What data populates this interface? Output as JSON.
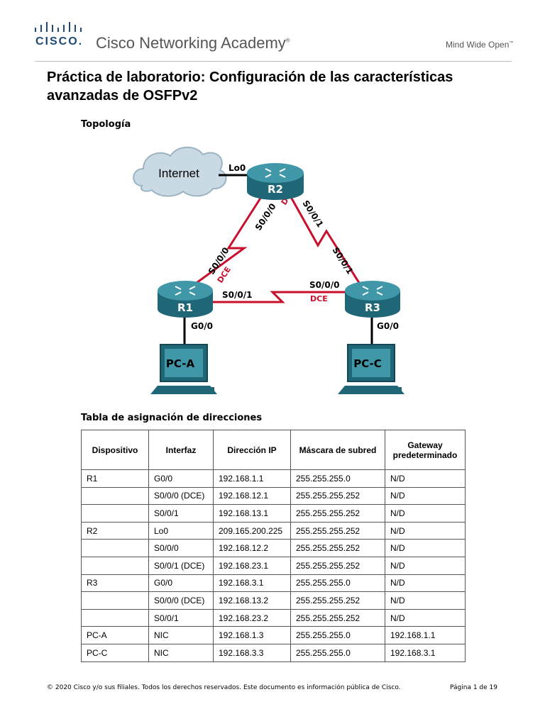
{
  "header": {
    "cisco_word": "CISCO.",
    "academy_name": "Cisco Networking Academy",
    "registered_mark": "®",
    "tagline": "Mind Wide Open",
    "tagline_mark": "™"
  },
  "title_line1": "Práctica de laboratorio: Configuración de las características",
  "title_line2": "avanzadas de OSFPv2",
  "topology": {
    "heading": "Topología",
    "cloud_label": "Internet",
    "loopback_label": "Lo0",
    "routers": [
      "R2",
      "R1",
      "R3"
    ],
    "pcs": [
      "PC-A",
      "PC-C"
    ],
    "links": {
      "r2_r1_at_r2": "S0/0/0",
      "r2_r1_dce_r2": "DCE",
      "r2_r3_at_r2": "S0/0/1",
      "r2_r1_at_r1": "S0/0/0",
      "r2_r1_dce_r1": "DCE",
      "r2_r3_at_r3": "S0/0/1",
      "r1_r3_at_r1": "S0/0/1",
      "r1_r3_at_r3": "S0/0/0",
      "r1_r3_dce": "DCE",
      "r1_lan": "G0/0",
      "r3_lan": "G0/0"
    },
    "colors": {
      "router": "#2c7f90",
      "serial": "#c8102e",
      "cloud": "#c9dae4"
    }
  },
  "table": {
    "heading": "Tabla de asignación de direcciones",
    "headers": [
      "Dispositivo",
      "Interfaz",
      "Dirección IP",
      "Máscara de subred",
      "Gateway predeterminado"
    ],
    "rows": [
      [
        "R1",
        "G0/0",
        "192.168.1.1",
        "255.255.255.0",
        "N/D"
      ],
      [
        "",
        "S0/0/0 (DCE)",
        "192.168.12.1",
        "255.255.255.252",
        "N/D"
      ],
      [
        "",
        "S0/0/1",
        "192.168.13.1",
        "255.255.255.252",
        "N/D"
      ],
      [
        "R2",
        "Lo0",
        "209.165.200.225",
        "255.255.255.252",
        "N/D"
      ],
      [
        "",
        "S0/0/0",
        "192.168.12.2",
        "255.255.255.252",
        "N/D"
      ],
      [
        "",
        "S0/0/1 (DCE)",
        "192.168.23.1",
        "255.255.255.252",
        "N/D"
      ],
      [
        "R3",
        "G0/0",
        "192.168.3.1",
        "255.255.255.0",
        "N/D"
      ],
      [
        "",
        "S0/0/0 (DCE)",
        "192.168.13.2",
        "255.255.255.252",
        "N/D"
      ],
      [
        "",
        "S0/0/1",
        "192.168.23.2",
        "255.255.255.252",
        "N/D"
      ],
      [
        "PC-A",
        "NIC",
        "192.168.1.3",
        "255.255.255.0",
        "192.168.1.1"
      ],
      [
        "PC-C",
        "NIC",
        "192.168.3.3",
        "255.255.255.0",
        "192.168.3.1"
      ]
    ]
  },
  "footer": {
    "copyright": "© 2020 Cisco y/o sus filiales. Todos los derechos reservados. Este documento es información pública de Cisco.",
    "page": "Página 1 de 19"
  }
}
